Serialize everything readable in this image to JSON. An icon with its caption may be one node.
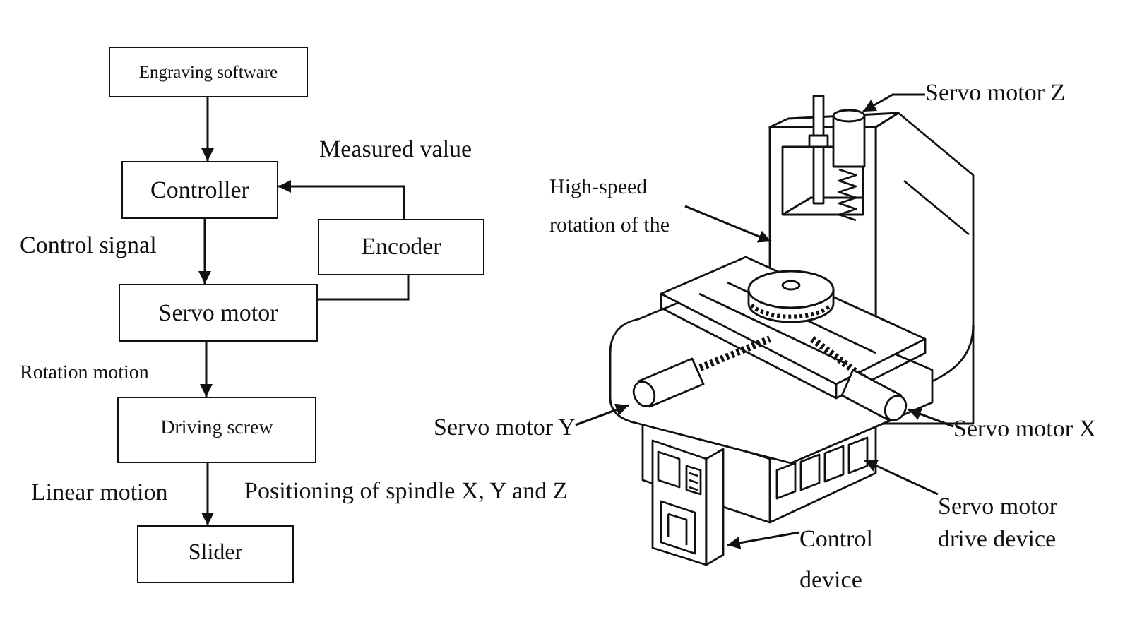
{
  "diagram": {
    "nodes": [
      {
        "text": [
          "Engraving software"
        ]
      },
      {
        "text": [
          "Controller"
        ]
      },
      {
        "text": [
          "Encoder"
        ]
      },
      {
        "text": [
          "Servo motor"
        ]
      },
      {
        "text": [
          "Driving screw"
        ]
      },
      {
        "text": [
          "Slider"
        ]
      },
      {
        "text": [
          "Servo motor Z"
        ]
      },
      {
        "text": [
          "High-speed rotation of the"
        ]
      },
      {
        "text": [
          "Servo motor Y"
        ]
      },
      {
        "text": [
          "Servo motor X"
        ]
      },
      {
        "text": [
          "Servo motor drive device"
        ]
      },
      {
        "text": [
          "Control device"
        ]
      }
    ],
    "edges": [
      {
        "from": 0,
        "to": 1,
        "arrow": "to"
      },
      {
        "from": 2,
        "to": 1,
        "arrow": "to",
        "label": "Measured value"
      },
      {
        "from": 1,
        "to": 3,
        "arrow": "to",
        "label": "Control signal"
      },
      {
        "from": 3,
        "to": 2,
        "arrow": "none"
      },
      {
        "from": 3,
        "to": 4,
        "arrow": "to",
        "label": "Rotation motion"
      },
      {
        "from": 4,
        "to": 5,
        "arrow": "to",
        "label": "Linear motion"
      },
      {
        "from": 6,
        "to": null,
        "arrow": "to"
      },
      {
        "from": 7,
        "to": null,
        "arrow": "to"
      },
      {
        "from": 8,
        "to": null,
        "arrow": "to"
      },
      {
        "from": 9,
        "to": null,
        "arrow": "to"
      },
      {
        "from": 10,
        "to": null,
        "arrow": "to"
      },
      {
        "from": 11,
        "to": null,
        "arrow": "to"
      }
    ],
    "labels": [
      "Positioning of spindle X, Y and Z"
    ]
  }
}
